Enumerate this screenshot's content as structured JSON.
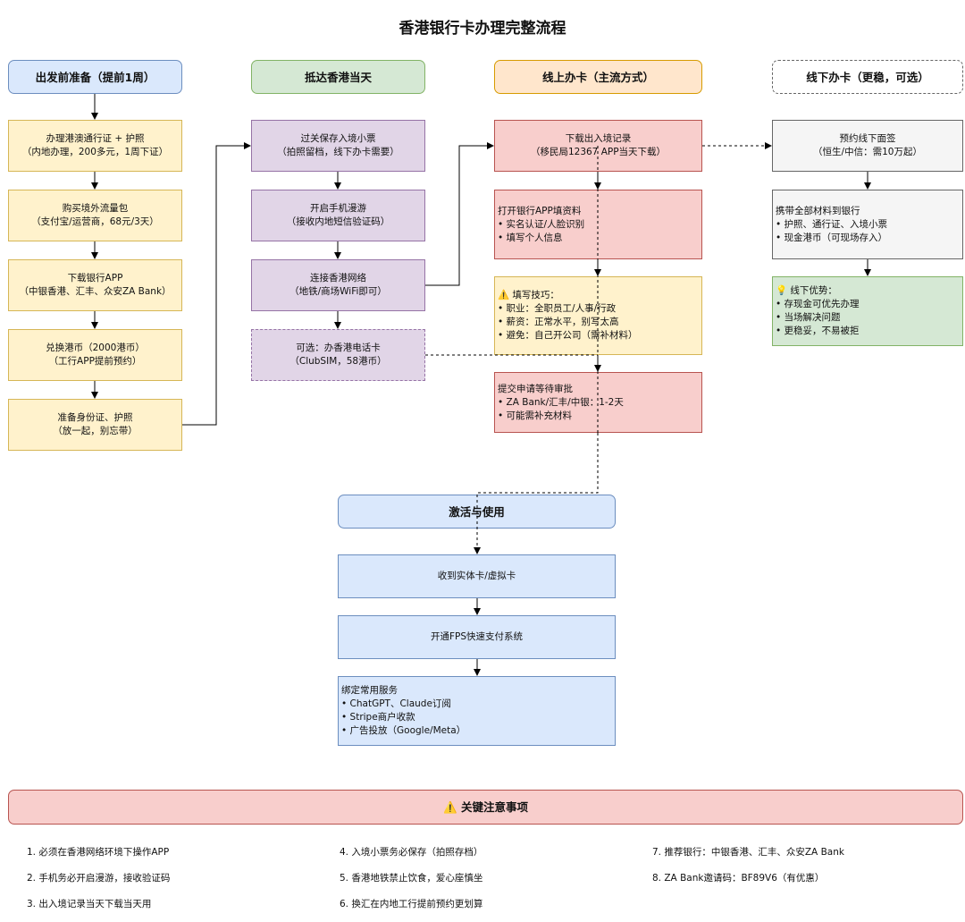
{
  "title": "香港银行卡办理完整流程",
  "columns": {
    "prep": {
      "header": "出发前准备（提前1周）",
      "steps": [
        "办理港澳通行证 + 护照\n（内地办理，200多元，1周下证）",
        "购买境外流量包\n（支付宝/运营商，68元/3天）",
        "下载银行APP\n（中银香港、汇丰、众安ZA Bank）",
        "兑换港币（2000港币）\n（工行APP提前预约）",
        "准备身份证、护照\n（放一起，别忘带）"
      ]
    },
    "arrive": {
      "header": "抵达香港当天",
      "steps": [
        "过关保存入境小票\n（拍照留档，线下办卡需要）",
        "开启手机漫游\n（接收内地短信验证码）",
        "连接香港网络\n（地铁/商场WiFi即可）",
        "可选：办香港电话卡\n（ClubSIM，58港币）"
      ]
    },
    "online": {
      "header": "线上办卡（主流方式）",
      "steps": [
        "下载出入境记录\n（移民局12367 APP当天下载）",
        "打开银行APP填资料\n• 实名认证/人脸识别\n• 填写个人信息",
        "⚠️ 填写技巧：\n• 职业：全职员工/人事/行政\n• 薪资：正常水平，别写太高\n• 避免：自己开公司（需补材料）",
        "提交申请等待审批\n• ZA Bank/汇丰/中银：1-2天\n• 可能需补充材料"
      ]
    },
    "offline": {
      "header": "线下办卡（更稳，可选）",
      "steps": [
        "预约线下面签\n（恒生/中信：需10万起）",
        "携带全部材料到银行\n• 护照、通行证、入境小票\n• 现金港币（可现场存入）",
        "💡 线下优势：\n• 存现金可优先办理\n• 当场解决问题\n• 更稳妥，不易被拒"
      ]
    }
  },
  "activate": {
    "header": "激活与使用",
    "steps": [
      "收到实体卡/虚拟卡",
      "开通FPS快速支付系统",
      "绑定常用服务\n• ChatGPT、Claude订阅\n• Stripe商户收款\n• 广告投放（Google/Meta）"
    ]
  },
  "notes": {
    "header": "⚠️ 关键注意事项",
    "items": [
      "1. 必须在香港网络环境下操作APP",
      "2. 手机务必开启漫游，接收验证码",
      "3. 出入境记录当天下载当天用",
      "4. 入境小票务必保存（拍照存档）",
      "5. 香港地铁禁止饮食，爱心座慎坐",
      "6. 换汇在内地工行提前预约更划算",
      "7. 推荐银行：中银香港、汇丰、众安ZA Bank",
      "8. ZA Bank邀请码：BF89V6（有优惠）"
    ]
  }
}
